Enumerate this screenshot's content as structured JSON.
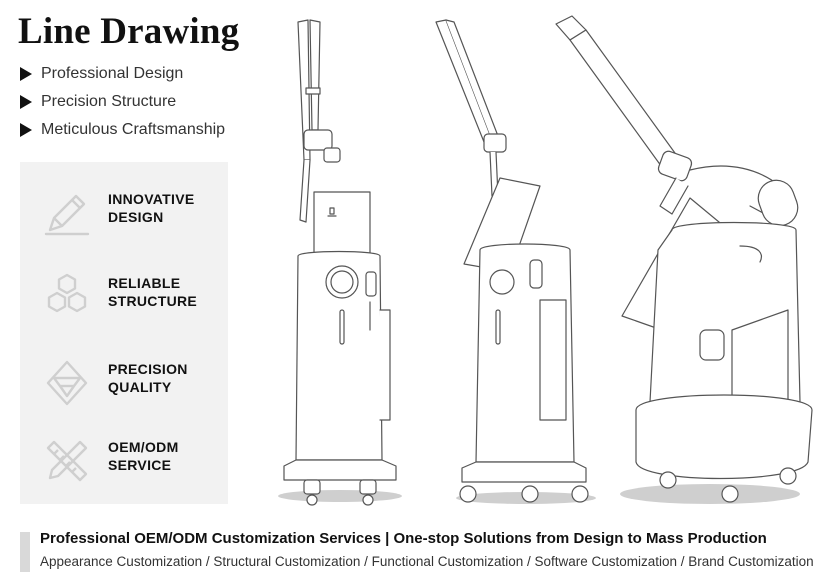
{
  "title": "Line Drawing",
  "bullets": [
    {
      "label": "Professional Design"
    },
    {
      "label": "Precision Structure"
    },
    {
      "label": "Meticulous Craftsmanship"
    }
  ],
  "features": [
    {
      "label": "INNOVATIVE\nDESIGN",
      "icon": "pencil-icon"
    },
    {
      "label": "RELIABLE\nSTRUCTURE",
      "icon": "hexagon-cluster-icon"
    },
    {
      "label": "PRECISION\nQUALITY",
      "icon": "diamond-icon"
    },
    {
      "label": "OEM/ODM\nSERVICE",
      "icon": "ruler-pencil-icon"
    }
  ],
  "footer": {
    "main": "Professional OEM/ODM Customization Services | One-stop Solutions from Design to Mass Production",
    "sub": "Appearance Customization / Structural Customization / Functional Customization / Software Customization / Brand Customization"
  },
  "colors": {
    "panel": "#f2f2f2",
    "text": "#111111",
    "icon_stroke": "#d0d0d0"
  }
}
